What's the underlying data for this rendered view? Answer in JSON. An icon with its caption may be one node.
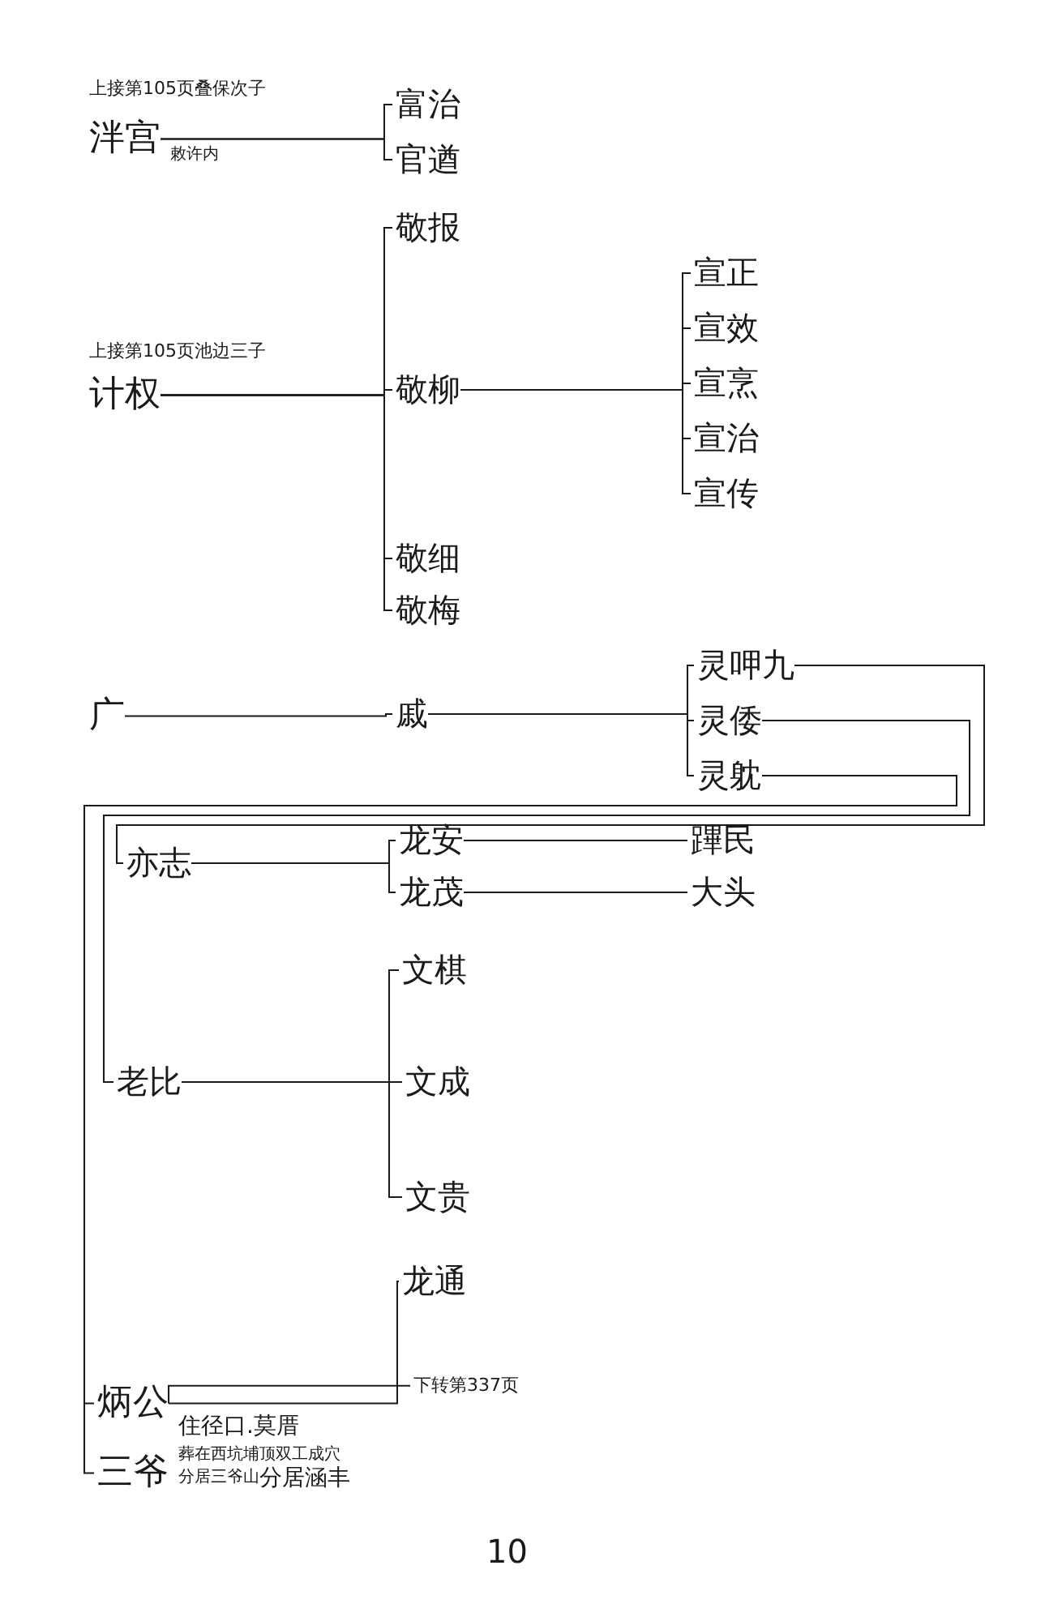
{
  "diagram": {
    "nodes": [
      {
        "text": [
          "泮宫"
        ],
        "beside": [
          "上接第105页叠保次子",
          "敕许内"
        ]
      },
      {
        "text": [
          "富治"
        ]
      },
      {
        "text": [
          "官遒"
        ]
      },
      {
        "text": [
          "敬报"
        ]
      },
      {
        "text": [
          "计权"
        ],
        "beside": [
          "上接第105页池边三子"
        ]
      },
      {
        "text": [
          "敬柳"
        ]
      },
      {
        "text": [
          "敬细"
        ]
      },
      {
        "text": [
          "敬梅"
        ]
      },
      {
        "text": [
          "宣正"
        ]
      },
      {
        "text": [
          "宣效"
        ]
      },
      {
        "text": [
          "宣烹"
        ]
      },
      {
        "text": [
          "宣治"
        ]
      },
      {
        "text": [
          "宣传"
        ]
      },
      {
        "text": [
          "广"
        ]
      },
      {
        "text": [
          "戚"
        ]
      },
      {
        "text": [
          "灵呷九"
        ]
      },
      {
        "text": [
          "灵倭"
        ]
      },
      {
        "text": [
          "灵躭"
        ]
      },
      {
        "text": [
          "亦志"
        ]
      },
      {
        "text": [
          "龙安"
        ]
      },
      {
        "text": [
          "龙茂"
        ]
      },
      {
        "text": [
          "蹕民"
        ]
      },
      {
        "text": [
          "大头"
        ]
      },
      {
        "text": [
          "老比"
        ]
      },
      {
        "text": [
          "文棋"
        ]
      },
      {
        "text": [
          "文成"
        ]
      },
      {
        "text": [
          "文贵"
        ]
      },
      {
        "text": [
          "龙通"
        ]
      },
      {
        "text": [
          "炳公"
        ],
        "beside": [
          "住径口.莫厝"
        ]
      },
      {
        "text": [
          "三爷"
        ],
        "beside": [
          "葬在西坑埔顶双工成穴",
          "分居三爷山",
          "分居涵丰"
        ]
      },
      {
        "text": [
          "下转第337页"
        ]
      }
    ],
    "edges": [
      {
        "from": 0,
        "to": 1,
        "arrow": "none"
      },
      {
        "from": 0,
        "to": 2,
        "arrow": "none"
      },
      {
        "from": 4,
        "to": 3,
        "arrow": "none"
      },
      {
        "from": 4,
        "to": 5,
        "arrow": "none"
      },
      {
        "from": 4,
        "to": 6,
        "arrow": "none"
      },
      {
        "from": 4,
        "to": 7,
        "arrow": "none"
      },
      {
        "from": 5,
        "to": 8,
        "arrow": "none"
      },
      {
        "from": 5,
        "to": 9,
        "arrow": "none"
      },
      {
        "from": 5,
        "to": 10,
        "arrow": "none"
      },
      {
        "from": 5,
        "to": 11,
        "arrow": "none"
      },
      {
        "from": 5,
        "to": 12,
        "arrow": "none"
      },
      {
        "from": 13,
        "to": 14,
        "arrow": "none"
      },
      {
        "from": 14,
        "to": 15,
        "arrow": "none"
      },
      {
        "from": 14,
        "to": 16,
        "arrow": "none"
      },
      {
        "from": 14,
        "to": 17,
        "arrow": "none"
      },
      {
        "from": 15,
        "to": 18,
        "arrow": "none"
      },
      {
        "from": 16,
        "to": 23,
        "arrow": "none"
      },
      {
        "from": 17,
        "to": 28,
        "arrow": "none"
      },
      {
        "from": 17,
        "to": 29,
        "arrow": "none"
      },
      {
        "from": 18,
        "to": 19,
        "arrow": "none"
      },
      {
        "from": 18,
        "to": 20,
        "arrow": "none"
      },
      {
        "from": 19,
        "to": 21,
        "arrow": "none"
      },
      {
        "from": 20,
        "to": 22,
        "arrow": "none"
      },
      {
        "from": 23,
        "to": 24,
        "arrow": "none"
      },
      {
        "from": 23,
        "to": 25,
        "arrow": "none"
      },
      {
        "from": 23,
        "to": 26,
        "arrow": "none"
      },
      {
        "from": 28,
        "to": 27,
        "arrow": "none"
      },
      {
        "from": 28,
        "to": 30,
        "arrow": "none"
      }
    ],
    "labels": [
      "10"
    ]
  }
}
